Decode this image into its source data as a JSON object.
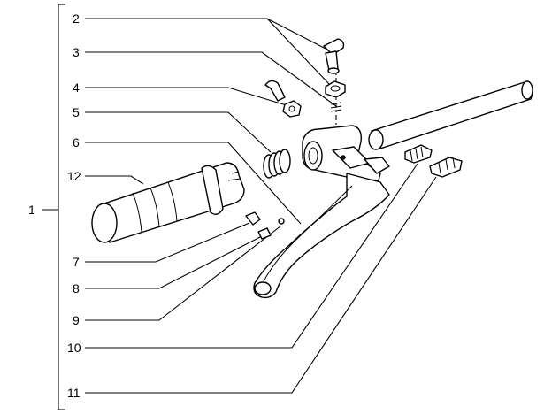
{
  "diagram": {
    "group_label": "1",
    "callouts": [
      {
        "id": "2",
        "label": "2"
      },
      {
        "id": "3",
        "label": "3"
      },
      {
        "id": "4",
        "label": "4"
      },
      {
        "id": "5",
        "label": "5"
      },
      {
        "id": "6",
        "label": "6"
      },
      {
        "id": "12",
        "label": "12"
      },
      {
        "id": "7",
        "label": "7"
      },
      {
        "id": "8",
        "label": "8"
      },
      {
        "id": "9",
        "label": "9"
      },
      {
        "id": "10",
        "label": "10"
      },
      {
        "id": "11",
        "label": "11"
      }
    ]
  }
}
